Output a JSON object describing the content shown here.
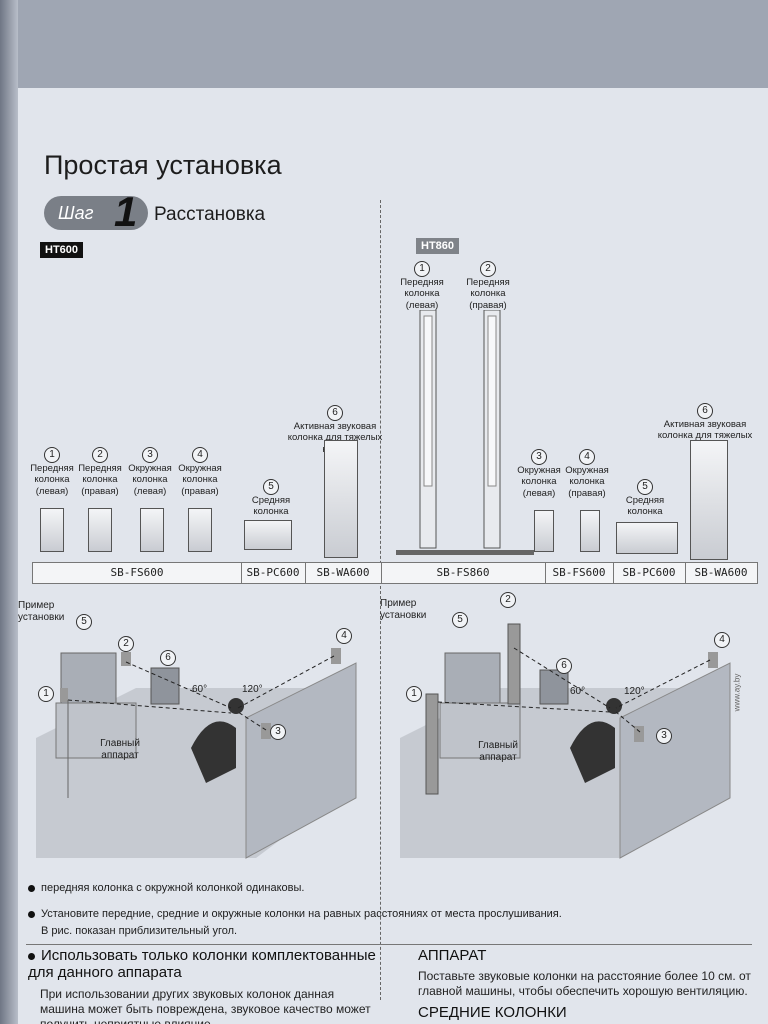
{
  "header": {
    "title": "Простая установка",
    "step_word": "Шаг",
    "step_number": "1",
    "step_title": "Расстановка"
  },
  "models": {
    "left": "HT600",
    "right": "HT860"
  },
  "ht600": {
    "speakers": [
      {
        "num": "1",
        "label": "Передняя колонка (левая)"
      },
      {
        "num": "2",
        "label": "Передняя колонка (правая)"
      },
      {
        "num": "3",
        "label": "Окружная колонка (левая)"
      },
      {
        "num": "4",
        "label": "Окружная колонка (правая)"
      },
      {
        "num": "5",
        "label": "Средняя колонка"
      },
      {
        "num": "6",
        "label": "Активная звуковая колонка для тяжелых низов"
      }
    ],
    "model_cells": [
      "SB-FS600",
      "SB-PC600",
      "SB-WA600"
    ]
  },
  "ht860": {
    "speakers": [
      {
        "num": "1",
        "label": "Передняя колонка (левая)"
      },
      {
        "num": "2",
        "label": "Передняя колонка (правая)"
      },
      {
        "num": "3",
        "label": "Окружная колонка (левая)"
      },
      {
        "num": "4",
        "label": "Окружная колонка (правая)"
      },
      {
        "num": "5",
        "label": "Средняя колонка"
      },
      {
        "num": "6",
        "label": "Активная звуковая колонка для тяжелых низов"
      }
    ],
    "model_cells": [
      "SB-FS860",
      "SB-FS600",
      "SB-PC600",
      "SB-WA600"
    ]
  },
  "example": {
    "label": "Пример установки",
    "main_unit": "Главный аппарат",
    "angle_60": "60°",
    "angle_120": "120°"
  },
  "notes": {
    "note1": "передняя колонка с окружной колонкой одинаковы.",
    "note2": "Установите передние, средние и окружные колонки на равных расстояниях от места прослушивания.",
    "note3": "В рис. показан приблизительный угол."
  },
  "bottom": {
    "left_heading": "Использовать только колонки комплектованные для данного аппарата",
    "left_body": "При использовании других звуковых колонок данная машина может быть повреждена, звуковое качество может получить неприятные влияние.",
    "right_heading1": "АППАРАТ",
    "right_body1": "Поставьте звуковые колонки на расстояние более 10 см. от главной машины, чтобы обеспечить хорошую вентиляцию.",
    "right_heading2": "СРЕДНИЕ КОЛОНКИ"
  },
  "watermark": "www.ay.by"
}
